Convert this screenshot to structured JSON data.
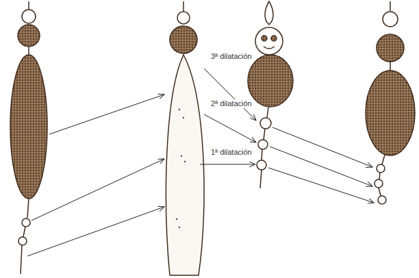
{
  "diagram": {
    "labels": [
      "3ª dilatación",
      "2ª dilatación",
      "1ª dilatación"
    ]
  }
}
